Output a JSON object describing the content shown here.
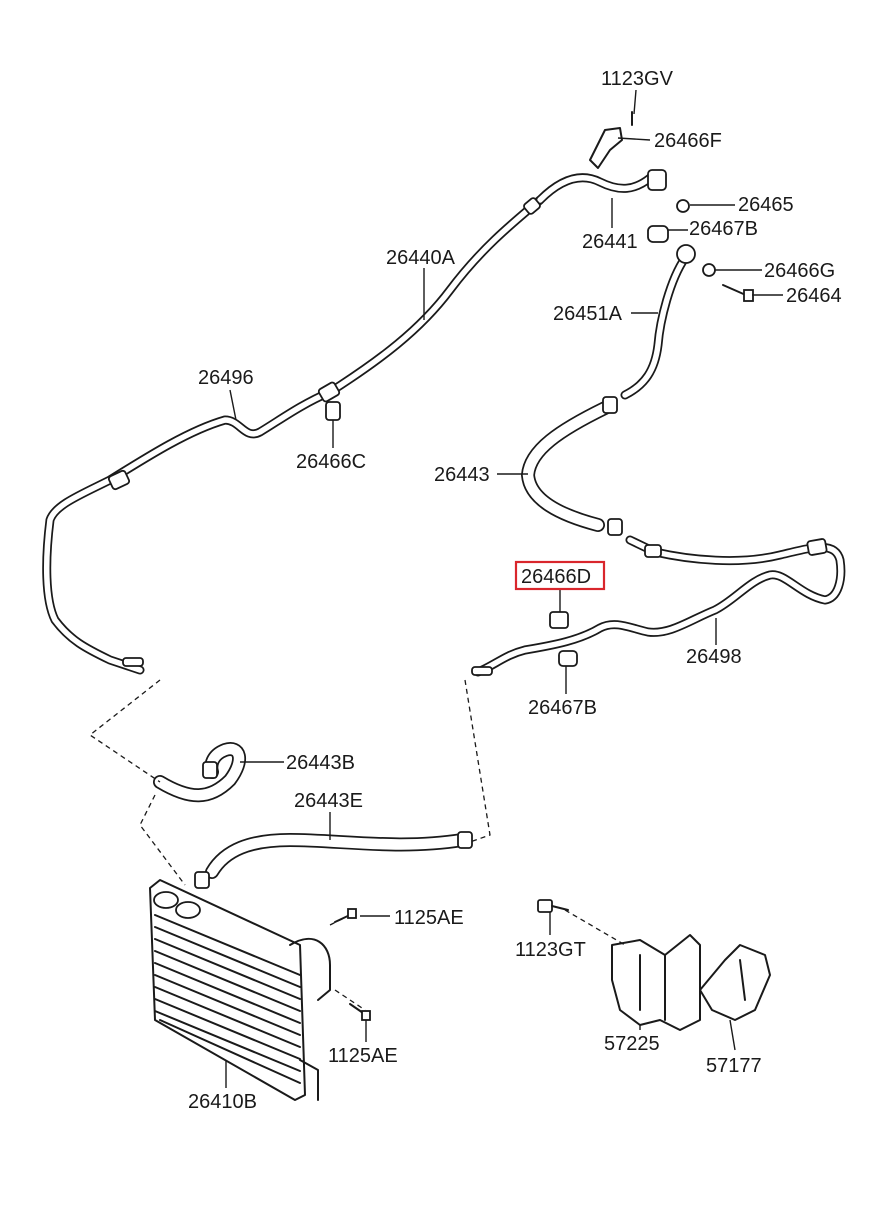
{
  "diagram": {
    "labels": {
      "p1123GV": "1123GV",
      "p26466F": "26466F",
      "p26465": "26465",
      "p26441": "26441",
      "p26467B_top": "26467B",
      "p26466G": "26466G",
      "p26464": "26464",
      "p26440A": "26440A",
      "p26451A": "26451A",
      "p26496": "26496",
      "p26466C": "26466C",
      "p26443": "26443",
      "p26466D": "26466D",
      "p26498": "26498",
      "p26467B_mid": "26467B",
      "p26443B": "26443B",
      "p26443E": "26443E",
      "p1125AE_top": "1125AE",
      "p1123GT": "1123GT",
      "p1125AE_bottom": "1125AE",
      "p57225": "57225",
      "p57177": "57177",
      "p26410B": "26410B"
    },
    "highlight": {
      "part": "26466D",
      "color": "#d9262c"
    }
  }
}
